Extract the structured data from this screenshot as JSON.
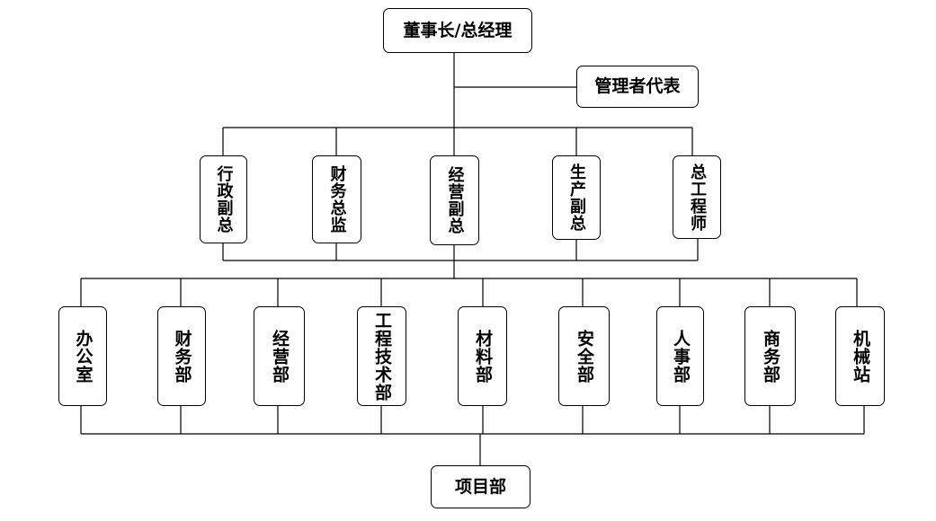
{
  "chairman": "董事长/总经理",
  "mgmt_rep": "管理者代表",
  "deputies": [
    "行政副总",
    "财务总监",
    "经营副总",
    "生产副总",
    "总工程师"
  ],
  "departments": [
    "办公室",
    "财务部",
    "经营部",
    "工程技术部",
    "材料部",
    "安全部",
    "人事部",
    "商务部",
    "机械站"
  ],
  "project_dept": "项目部"
}
